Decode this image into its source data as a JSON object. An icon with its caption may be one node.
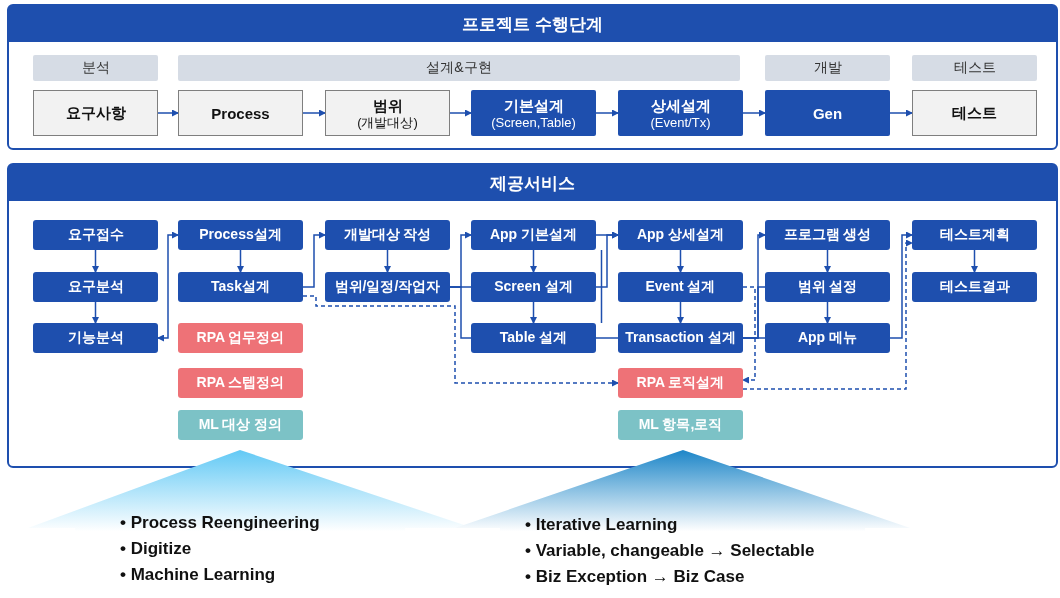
{
  "diagram": {
    "nodes": [
      {
        "text": [
          "프로젝트 수행단계"
        ]
      },
      {
        "text": [
          "분석"
        ],
        "in": 0
      },
      {
        "text": [
          "설계&구현"
        ],
        "in": 0
      },
      {
        "text": [
          "개발"
        ],
        "in": 0
      },
      {
        "text": [
          "테스트"
        ],
        "in": 0
      },
      {
        "text": [
          "요구사항"
        ],
        "in": 0
      },
      {
        "text": [
          "Process"
        ],
        "in": 0
      },
      {
        "text": [
          "범위",
          "(개발대상)"
        ],
        "in": 0
      },
      {
        "text": [
          "기본설계",
          "(Screen,Table)"
        ],
        "in": 0
      },
      {
        "text": [
          "상세설계",
          "(Event/Tx)"
        ],
        "in": 0
      },
      {
        "text": [
          "Gen"
        ],
        "in": 0
      },
      {
        "text": [
          "테스트"
        ],
        "in": 0
      },
      {
        "text": [
          "제공서비스"
        ]
      },
      {
        "text": [
          "요구접수"
        ],
        "in": 12
      },
      {
        "text": [
          "요구분석"
        ],
        "in": 12
      },
      {
        "text": [
          "기능분석"
        ],
        "in": 12
      },
      {
        "text": [
          "Process설계"
        ],
        "in": 12
      },
      {
        "text": [
          "Task설계"
        ],
        "in": 12
      },
      {
        "text": [
          "RPA 업무정의"
        ],
        "in": 12
      },
      {
        "text": [
          "RPA 스텝정의"
        ],
        "in": 12
      },
      {
        "text": [
          "ML 대상 정의"
        ],
        "in": 12
      },
      {
        "text": [
          "개발대상 작성"
        ],
        "in": 12
      },
      {
        "text": [
          "범위/일정/작업자"
        ],
        "in": 12
      },
      {
        "text": [
          "App 기본설계"
        ],
        "in": 12
      },
      {
        "text": [
          "Screen 설계"
        ],
        "in": 12
      },
      {
        "text": [
          "Table 설계"
        ],
        "in": 12
      },
      {
        "text": [
          "App 상세설계"
        ],
        "in": 12
      },
      {
        "text": [
          "Event 설계"
        ],
        "in": 12
      },
      {
        "text": [
          "Transaction 설계"
        ],
        "in": 12
      },
      {
        "text": [
          "RPA 로직설계"
        ],
        "in": 12
      },
      {
        "text": [
          "ML 항목,로직"
        ],
        "in": 12
      },
      {
        "text": [
          "프로그램 생성"
        ],
        "in": 12
      },
      {
        "text": [
          "범위 설정"
        ],
        "in": 12
      },
      {
        "text": [
          "App 메뉴"
        ],
        "in": 12
      },
      {
        "text": [
          "테스트계획"
        ],
        "in": 12
      },
      {
        "text": [
          "테스트결과"
        ],
        "in": 12
      },
      {
        "text": [
          "• Process Reengineering",
          "• Digitize",
          "• Machine Learning"
        ]
      },
      {
        "text": [
          "• Iterative Learning",
          "• Variable, changeable → Selectable",
          "• Biz Exception → Biz Case"
        ]
      }
    ],
    "edges": [
      {
        "from": 5,
        "to": 6,
        "arrow": "to"
      },
      {
        "from": 6,
        "to": 7,
        "arrow": "to"
      },
      {
        "from": 7,
        "to": 8,
        "arrow": "to"
      },
      {
        "from": 8,
        "to": 9,
        "arrow": "to"
      },
      {
        "from": 9,
        "to": 10,
        "arrow": "to"
      },
      {
        "from": 10,
        "to": 11,
        "arrow": "to"
      },
      {
        "from": 13,
        "to": 14,
        "arrow": "to"
      },
      {
        "from": 14,
        "to": 15,
        "arrow": "to"
      },
      {
        "from": 15,
        "to": 16,
        "arrow": "both"
      },
      {
        "from": 16,
        "to": 17,
        "arrow": "to"
      },
      {
        "from": 17,
        "to": 21,
        "arrow": "to"
      },
      {
        "from": 17,
        "to": 29,
        "arrow": "to",
        "style": "dashed"
      },
      {
        "from": 21,
        "to": 22,
        "arrow": "to"
      },
      {
        "from": 22,
        "to": 23,
        "arrow": "to"
      },
      {
        "from": 22,
        "to": 24,
        "arrow": "none"
      },
      {
        "from": 22,
        "to": 25,
        "arrow": "none"
      },
      {
        "from": 23,
        "to": 24,
        "arrow": "to"
      },
      {
        "from": 24,
        "to": 25,
        "arrow": "to"
      },
      {
        "from": 23,
        "to": 26,
        "arrow": "to"
      },
      {
        "from": 24,
        "to": 26,
        "arrow": "to"
      },
      {
        "from": 25,
        "to": 28,
        "arrow": "none"
      },
      {
        "from": 26,
        "to": 27,
        "arrow": "to"
      },
      {
        "from": 27,
        "to": 28,
        "arrow": "to"
      },
      {
        "from": 27,
        "to": 29,
        "arrow": "to",
        "style": "dashed"
      },
      {
        "from": 28,
        "to": 31,
        "arrow": "to"
      },
      {
        "from": 28,
        "to": 32,
        "arrow": "none"
      },
      {
        "from": 28,
        "to": 33,
        "arrow": "none"
      },
      {
        "from": 31,
        "to": 32,
        "arrow": "to"
      },
      {
        "from": 32,
        "to": 33,
        "arrow": "to"
      },
      {
        "from": 33,
        "to": 34,
        "arrow": "to"
      },
      {
        "from": 29,
        "to": 34,
        "arrow": "to",
        "style": "dashed"
      },
      {
        "from": 34,
        "to": 35,
        "arrow": "to"
      },
      {
        "from": 23,
        "to": 25,
        "arrow": "none"
      }
    ]
  }
}
